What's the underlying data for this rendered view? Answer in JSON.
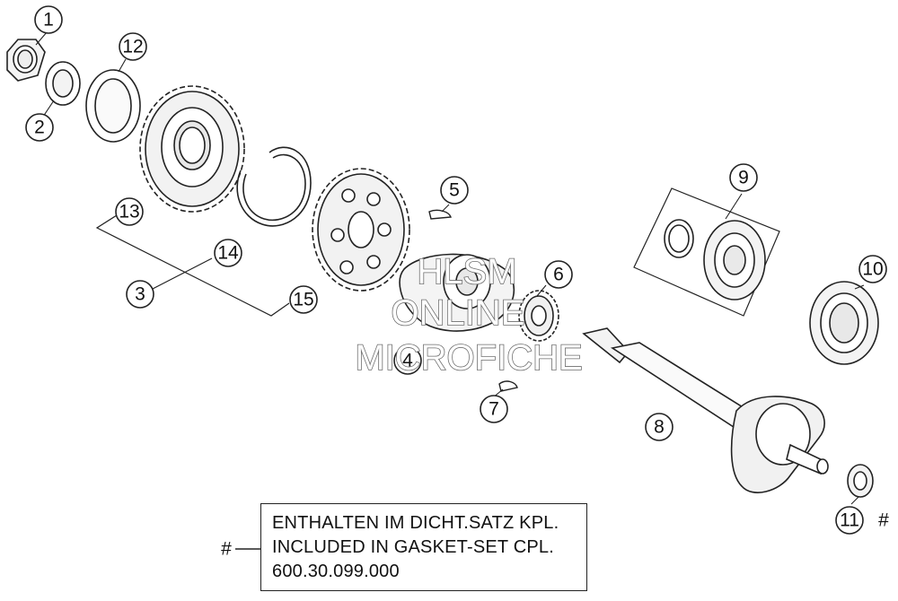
{
  "callouts": [
    {
      "id": "1",
      "label": "1"
    },
    {
      "id": "2",
      "label": "2"
    },
    {
      "id": "3",
      "label": "3"
    },
    {
      "id": "4",
      "label": "4"
    },
    {
      "id": "5",
      "label": "5"
    },
    {
      "id": "6",
      "label": "6"
    },
    {
      "id": "7",
      "label": "7"
    },
    {
      "id": "8",
      "label": "8"
    },
    {
      "id": "9",
      "label": "9"
    },
    {
      "id": "10",
      "label": "10"
    },
    {
      "id": "11",
      "label": "11"
    },
    {
      "id": "12",
      "label": "12"
    },
    {
      "id": "13",
      "label": "13"
    },
    {
      "id": "14",
      "label": "14"
    },
    {
      "id": "15",
      "label": "15"
    }
  ],
  "hash_marks": {
    "part_11": "#",
    "note": "#"
  },
  "note": {
    "line1": "ENTHALTEN IM DICHT.SATZ KPL.",
    "line2": "INCLUDED IN GASKET-SET CPL.",
    "line3": "600.30.099.000"
  },
  "watermark": {
    "line1": "HLSM",
    "line2": "ONLINE",
    "line3": "MICROFICHE"
  }
}
